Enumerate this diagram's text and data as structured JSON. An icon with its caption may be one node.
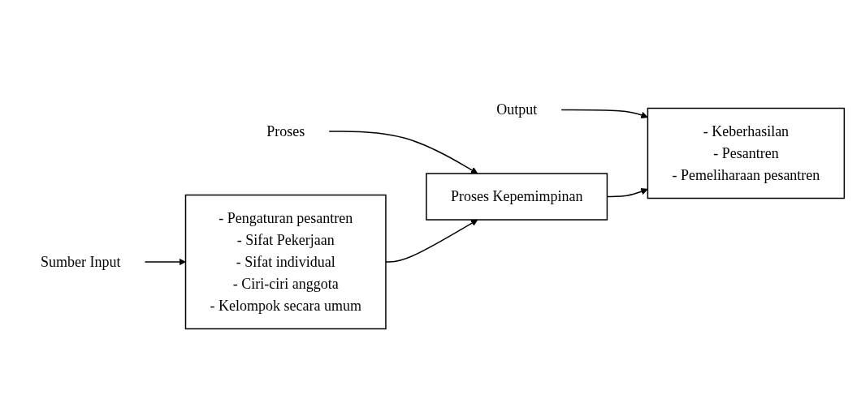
{
  "diagram": {
    "nodes": [
      {
        "text": [
          "Sumber Input"
        ]
      },
      {
        "text": [
          "Proses"
        ]
      },
      {
        "text": [
          "Output"
        ]
      },
      {
        "text": [
          "- Pengaturan pesantren",
          "- Sifat Pekerjaan",
          "- Sifat individual",
          "- Ciri-ciri anggota",
          "- Kelompok secara umum"
        ]
      },
      {
        "text": [
          "Proses Kepemimpinan"
        ]
      },
      {
        "text": [
          "- Keberhasilan",
          "- Pesantren",
          "- Pemeliharaan pesantren"
        ]
      }
    ],
    "edges": [
      {
        "from": 0,
        "to": 3,
        "arrow": "to"
      },
      {
        "from": 1,
        "to": 4,
        "arrow": "to"
      },
      {
        "from": 2,
        "to": 5,
        "arrow": "to"
      },
      {
        "from": 3,
        "to": 4,
        "arrow": "to"
      },
      {
        "from": 4,
        "to": 5,
        "arrow": "to"
      }
    ]
  }
}
